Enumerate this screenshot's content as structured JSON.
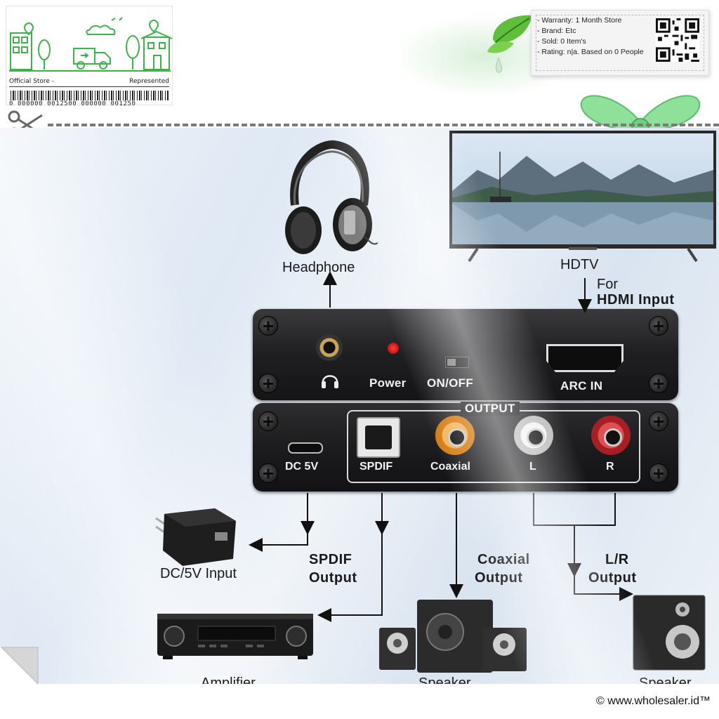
{
  "store": {
    "left_label": "Official Store -",
    "right_label": "Represented",
    "barcode_number": "0  000000  0012500  000000  001250"
  },
  "info": {
    "lines": [
      "- Warranty: 1 Month Store",
      "- Brand: Etc",
      "- Sold: 0 Item's",
      "- Rating: n|a. Based on 0 People"
    ]
  },
  "diagram": {
    "headphone": "Headphone",
    "hdtv": "HDTV",
    "for_label": "For",
    "hdmi_input": "HDMI Input",
    "power": "Power",
    "on_off": "ON/OFF",
    "arc_in": "ARC IN",
    "output": "OUTPUT",
    "dc5v": "DC 5V",
    "spdif": "SPDIF",
    "coaxial": "Coaxial",
    "l": "L",
    "r": "R",
    "dc_input": "DC/5V Input",
    "spdif_output_1": "SPDIF",
    "spdif_output_2": "Output",
    "coaxial_output_1": "Coaxial",
    "coaxial_output_2": "Output",
    "lr_output_1": "L/R",
    "lr_output_2": "Output",
    "amplifier": "Amplifier",
    "speaker_center": "Speaker",
    "speaker_right": "Speaker"
  },
  "footer": {
    "copyright": "© www.wholesaler.id™"
  },
  "colors": {
    "green": "#4caf50",
    "device": "#1f1f22",
    "rca_red": "#c0272d",
    "rca_white": "#e8e8e8",
    "rca_orange": "#e08a1a"
  }
}
